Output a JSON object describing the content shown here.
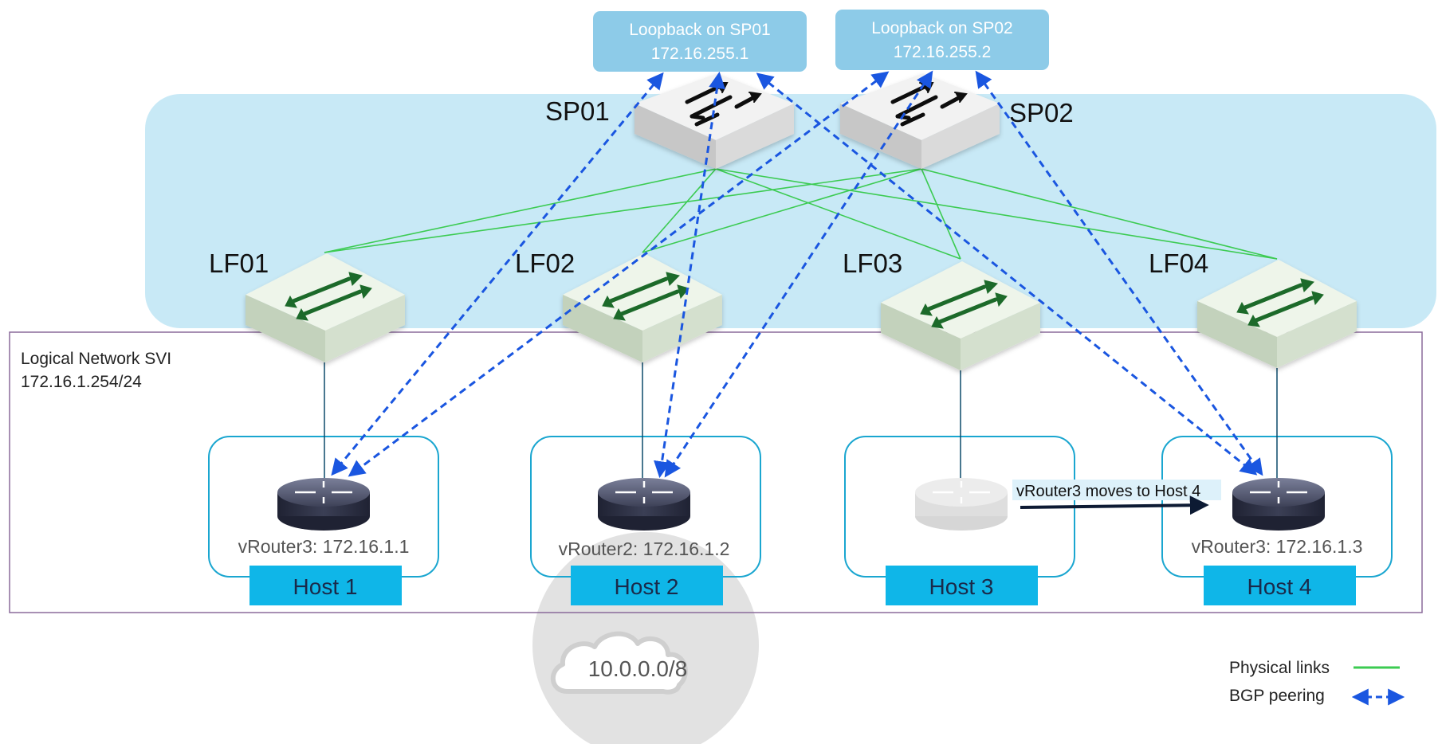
{
  "loopbacks": [
    {
      "label": "Loopback on SP01",
      "ip": "172.16.255.1"
    },
    {
      "label": "Loopback on SP02",
      "ip": "172.16.255.2"
    }
  ],
  "spines": [
    {
      "name": "SP01"
    },
    {
      "name": "SP02"
    }
  ],
  "leaves": [
    {
      "name": "LF01"
    },
    {
      "name": "LF02"
    },
    {
      "name": "LF03"
    },
    {
      "name": "LF04"
    }
  ],
  "logical_network": {
    "title": "Logical Network SVI",
    "subnet": "172.16.1.254/24"
  },
  "hosts": [
    {
      "name": "Host 1",
      "vrouter": "vRouter3: 172.16.1.1",
      "state": "active"
    },
    {
      "name": "Host 2",
      "vrouter": "vRouter2: 172.16.1.2",
      "state": "active"
    },
    {
      "name": "Host 3",
      "vrouter": "",
      "state": "ghost"
    },
    {
      "name": "Host 4",
      "vrouter": "vRouter3: 172.16.1.3",
      "state": "active"
    }
  ],
  "move_note": "vRouter3 moves to Host 4",
  "cloud": {
    "label": "10.0.0.0/8"
  },
  "legend": [
    {
      "label": "Physical links",
      "style": "physical"
    },
    {
      "label": "BGP peering",
      "style": "bgp"
    }
  ],
  "colors": {
    "fabric_bg": "#c8e9f6",
    "loopback_box": "#8dcbe8",
    "host_label": "#0fb6e8",
    "host_border": "#1aa6d0",
    "physical_link": "#3ccb52",
    "bgp_peering": "#1a56e0",
    "logical_border": "#8a6a9a",
    "leaf_arrow": "#1e6b2a",
    "cloud_circle": "#e2e2e2"
  }
}
